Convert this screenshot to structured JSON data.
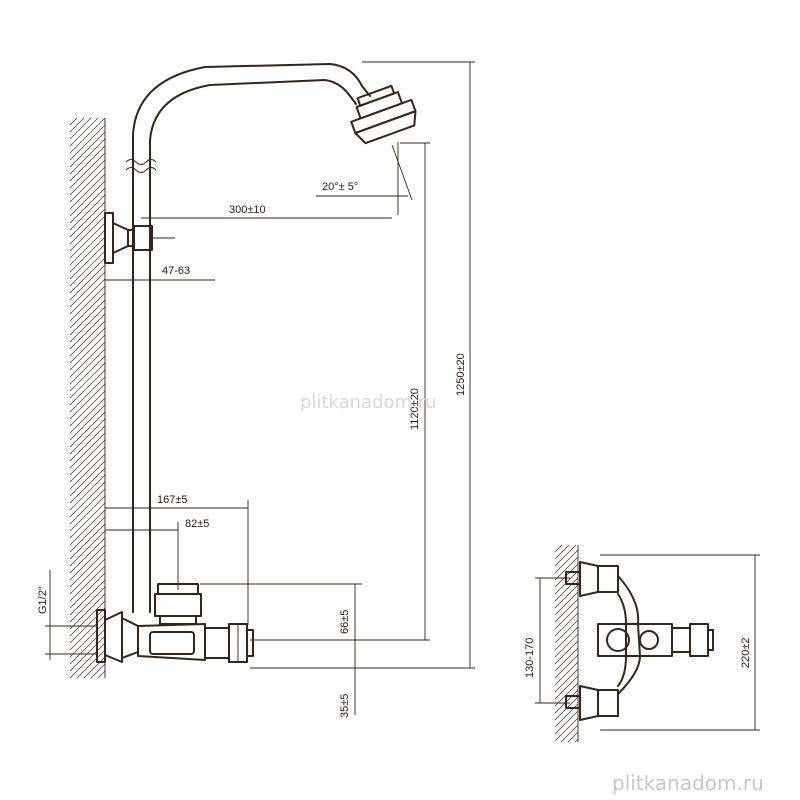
{
  "dimensions": {
    "angle": "20°± 5°",
    "arm_reach": "300±10",
    "wall_distance": "47-63",
    "height_inner": "1120±20",
    "height_total": "1250±20",
    "mixer_depth": "167±5",
    "spout_offset": "82±5",
    "thread": "G1/2\"",
    "mixer_height": "66±5",
    "base_height": "35±5",
    "inlet_spacing": "130-170",
    "body_height": "220±2"
  },
  "watermarks": {
    "center": "plitkanadom.ru",
    "bottom": "plitkanadom.ru"
  },
  "colors": {
    "line": "#3a2418",
    "watermark": "#d9d9d9"
  }
}
